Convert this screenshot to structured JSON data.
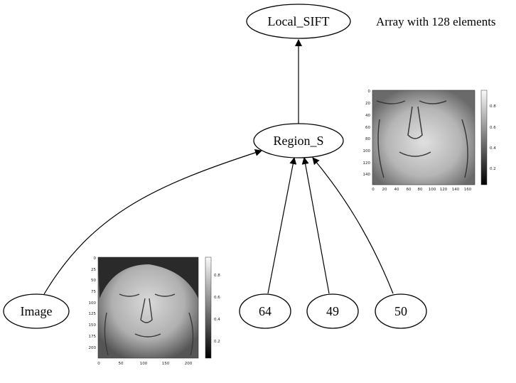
{
  "nodes": {
    "local_sift": "Local_SIFT",
    "region_s": "Region_S",
    "image": "Image",
    "n64": "64",
    "n49": "49",
    "n50": "50"
  },
  "annotation": "Array with 128 elements",
  "plot_region": {
    "y_ticks": [
      "0",
      "20",
      "40",
      "60",
      "80",
      "100",
      "120",
      "140"
    ],
    "x_ticks": [
      "0",
      "20",
      "40",
      "60",
      "80",
      "100",
      "120",
      "140",
      "160"
    ],
    "colorbar_ticks": [
      "0.8",
      "0.6",
      "0.4",
      "0.2"
    ]
  },
  "plot_image": {
    "y_ticks": [
      "0",
      "25",
      "50",
      "75",
      "100",
      "125",
      "150",
      "175",
      "200"
    ],
    "x_ticks": [
      "0",
      "50",
      "100",
      "150",
      "200"
    ],
    "colorbar_ticks": [
      "0.8",
      "0.6",
      "0.4",
      "0.2"
    ]
  },
  "colors": {
    "stroke": "#000000",
    "background": "#ffffff"
  }
}
